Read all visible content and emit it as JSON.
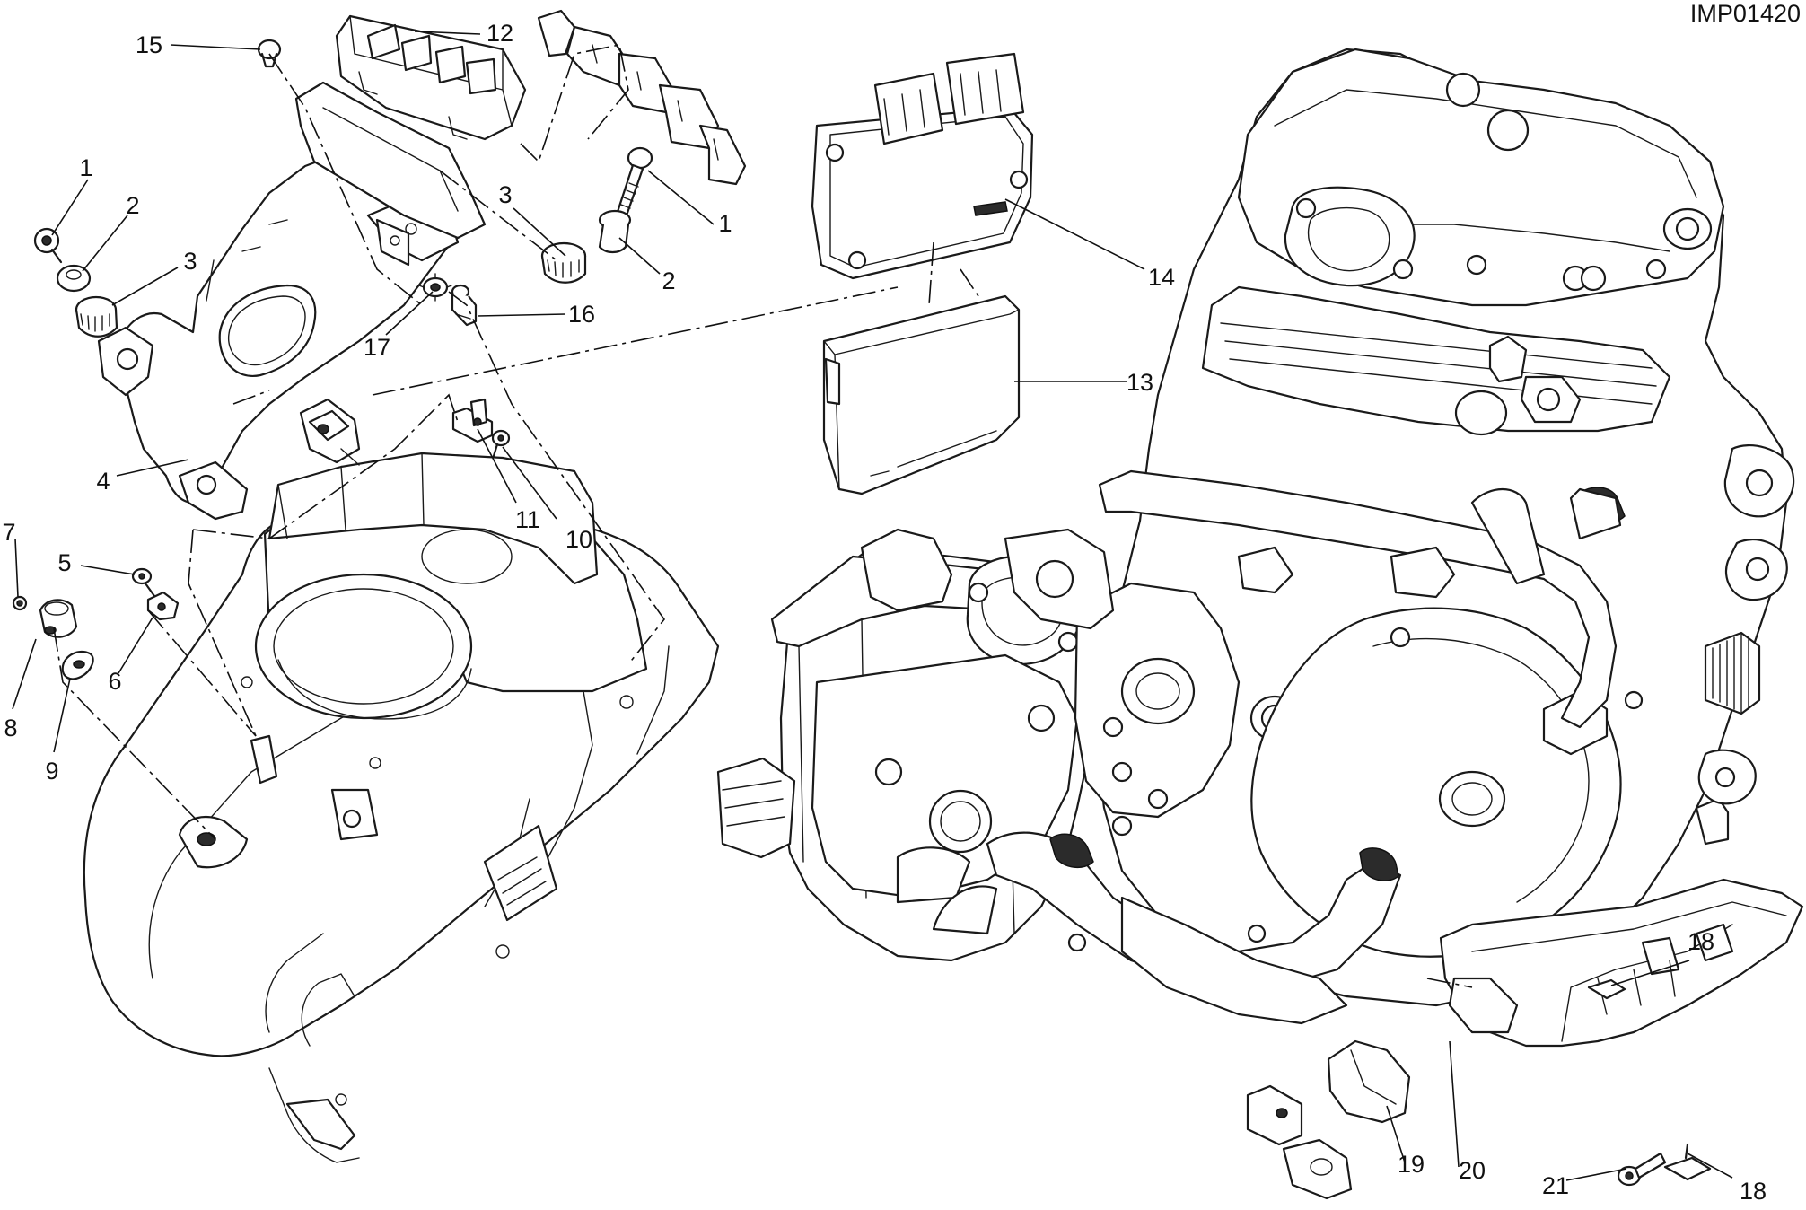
{
  "drawing_code": "IMP01420",
  "callouts": [
    {
      "id": "c1a",
      "label": "1"
    },
    {
      "id": "c2a",
      "label": "2"
    },
    {
      "id": "c3a",
      "label": "3"
    },
    {
      "id": "c4",
      "label": "4"
    },
    {
      "id": "c5",
      "label": "5"
    },
    {
      "id": "c6",
      "label": "6"
    },
    {
      "id": "c7",
      "label": "7"
    },
    {
      "id": "c8",
      "label": "8"
    },
    {
      "id": "c9",
      "label": "9"
    },
    {
      "id": "c15",
      "label": "15"
    },
    {
      "id": "c12",
      "label": "12"
    },
    {
      "id": "c3b",
      "label": "3"
    },
    {
      "id": "c1b",
      "label": "1"
    },
    {
      "id": "c2b",
      "label": "2"
    },
    {
      "id": "c16",
      "label": "16"
    },
    {
      "id": "c17",
      "label": "17"
    },
    {
      "id": "c11",
      "label": "11"
    },
    {
      "id": "c10",
      "label": "10"
    },
    {
      "id": "c14",
      "label": "14"
    },
    {
      "id": "c13",
      "label": "13"
    },
    {
      "id": "c18a",
      "label": "18"
    },
    {
      "id": "c18b",
      "label": "18"
    },
    {
      "id": "c19",
      "label": "19"
    },
    {
      "id": "c20",
      "label": "20"
    },
    {
      "id": "c21",
      "label": "21"
    }
  ]
}
